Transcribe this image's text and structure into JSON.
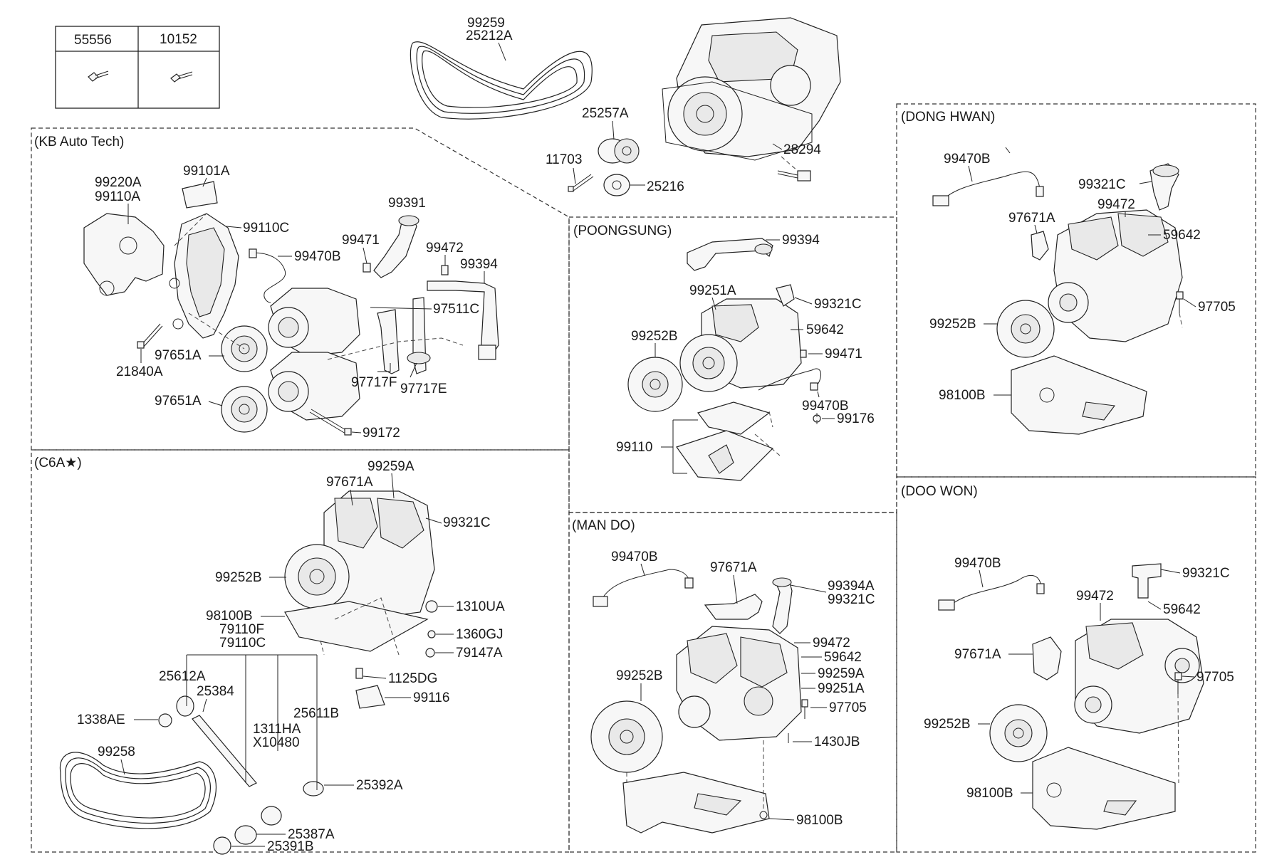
{
  "table": {
    "headers": [
      "55556",
      "10152"
    ]
  },
  "sections": {
    "kb": "(KB Auto Tech)",
    "c6a": "(C6A★)",
    "poongsung": "(POONGSUNG)",
    "mando": "(MAN DO)",
    "donghwan": "(DONG HWAN)",
    "doowon": "(DOO WON)"
  },
  "labels": {
    "top_99259": "99259",
    "top_25212A": "25212A",
    "top_25257A": "25257A",
    "top_11703": "11703",
    "top_25216": "25216",
    "top_28294": "28294",
    "kb_99220A": "99220A",
    "kb_99110A": "99110A",
    "kb_99101A": "99101A",
    "kb_99110C": "99110C",
    "kb_99470B": "99470B",
    "kb_99391": "99391",
    "kb_99471": "99471",
    "kb_99472": "99472",
    "kb_99394": "99394",
    "kb_97511C": "97511C",
    "kb_21840A": "21840A",
    "kb_97651A_1": "97651A",
    "kb_97651A_2": "97651A",
    "kb_97717F": "97717F",
    "kb_97717E": "97717E",
    "kb_99172": "99172",
    "c6_99259A": "99259A",
    "c6_97671A": "97671A",
    "c6_99321C": "99321C",
    "c6_99252B": "99252B",
    "c6_1310UA": "1310UA",
    "c6_98100B": "98100B",
    "c6_79110F": "79110F",
    "c6_79110C": "79110C",
    "c6_1360GJ": "1360GJ",
    "c6_79147A": "79147A",
    "c6_25612A": "25612A",
    "c6_1125DG": "1125DG",
    "c6_25384": "25384",
    "c6_99116": "99116",
    "c6_1338AE": "1338AE",
    "c6_1311HA": "1311HA",
    "c6_X10480": "X10480",
    "c6_25611B": "25611B",
    "c6_99258": "99258",
    "c6_25392A": "25392A",
    "c6_25387A": "25387A",
    "c6_25391B": "25391B",
    "ps_99394": "99394",
    "ps_99251A": "99251A",
    "ps_99321C": "99321C",
    "ps_99252B": "99252B",
    "ps_59642": "59642",
    "ps_99471": "99471",
    "ps_99470B": "99470B",
    "ps_99176": "99176",
    "ps_99110": "99110",
    "md_99470B": "99470B",
    "md_97671A": "97671A",
    "md_99394A": "99394A",
    "md_99321C": "99321C",
    "md_99472": "99472",
    "md_59642": "59642",
    "md_99252B": "99252B",
    "md_99259A": "99259A",
    "md_99251A": "99251A",
    "md_97705": "97705",
    "md_1430JB": "1430JB",
    "md_98100B": "98100B",
    "dh_99470B": "99470B",
    "dh_99321C": "99321C",
    "dh_99472": "99472",
    "dh_97671A": "97671A",
    "dh_59642": "59642",
    "dh_97705": "97705",
    "dh_99252B": "99252B",
    "dh_98100B": "98100B",
    "dw_99470B": "99470B",
    "dw_99321C": "99321C",
    "dw_99472": "99472",
    "dw_59642": "59642",
    "dw_97671A": "97671A",
    "dw_97705": "97705",
    "dw_99252B": "99252B",
    "dw_98100B": "98100B"
  }
}
